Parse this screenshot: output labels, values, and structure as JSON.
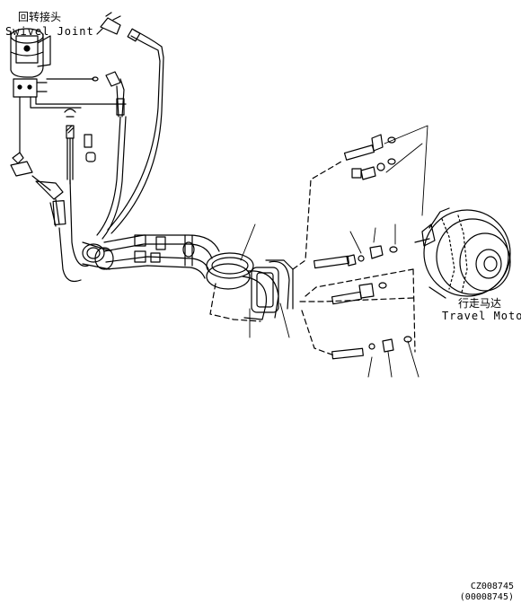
{
  "labels": {
    "swivel_joint_cn": "回转接头",
    "swivel_joint_en": "Swivel Joint",
    "travel_motor_cn": "行走马达",
    "travel_motor_en": "Travel Motor"
  },
  "drawing_codes": {
    "code": "CZ008745",
    "code_paren": "(00008745)"
  }
}
